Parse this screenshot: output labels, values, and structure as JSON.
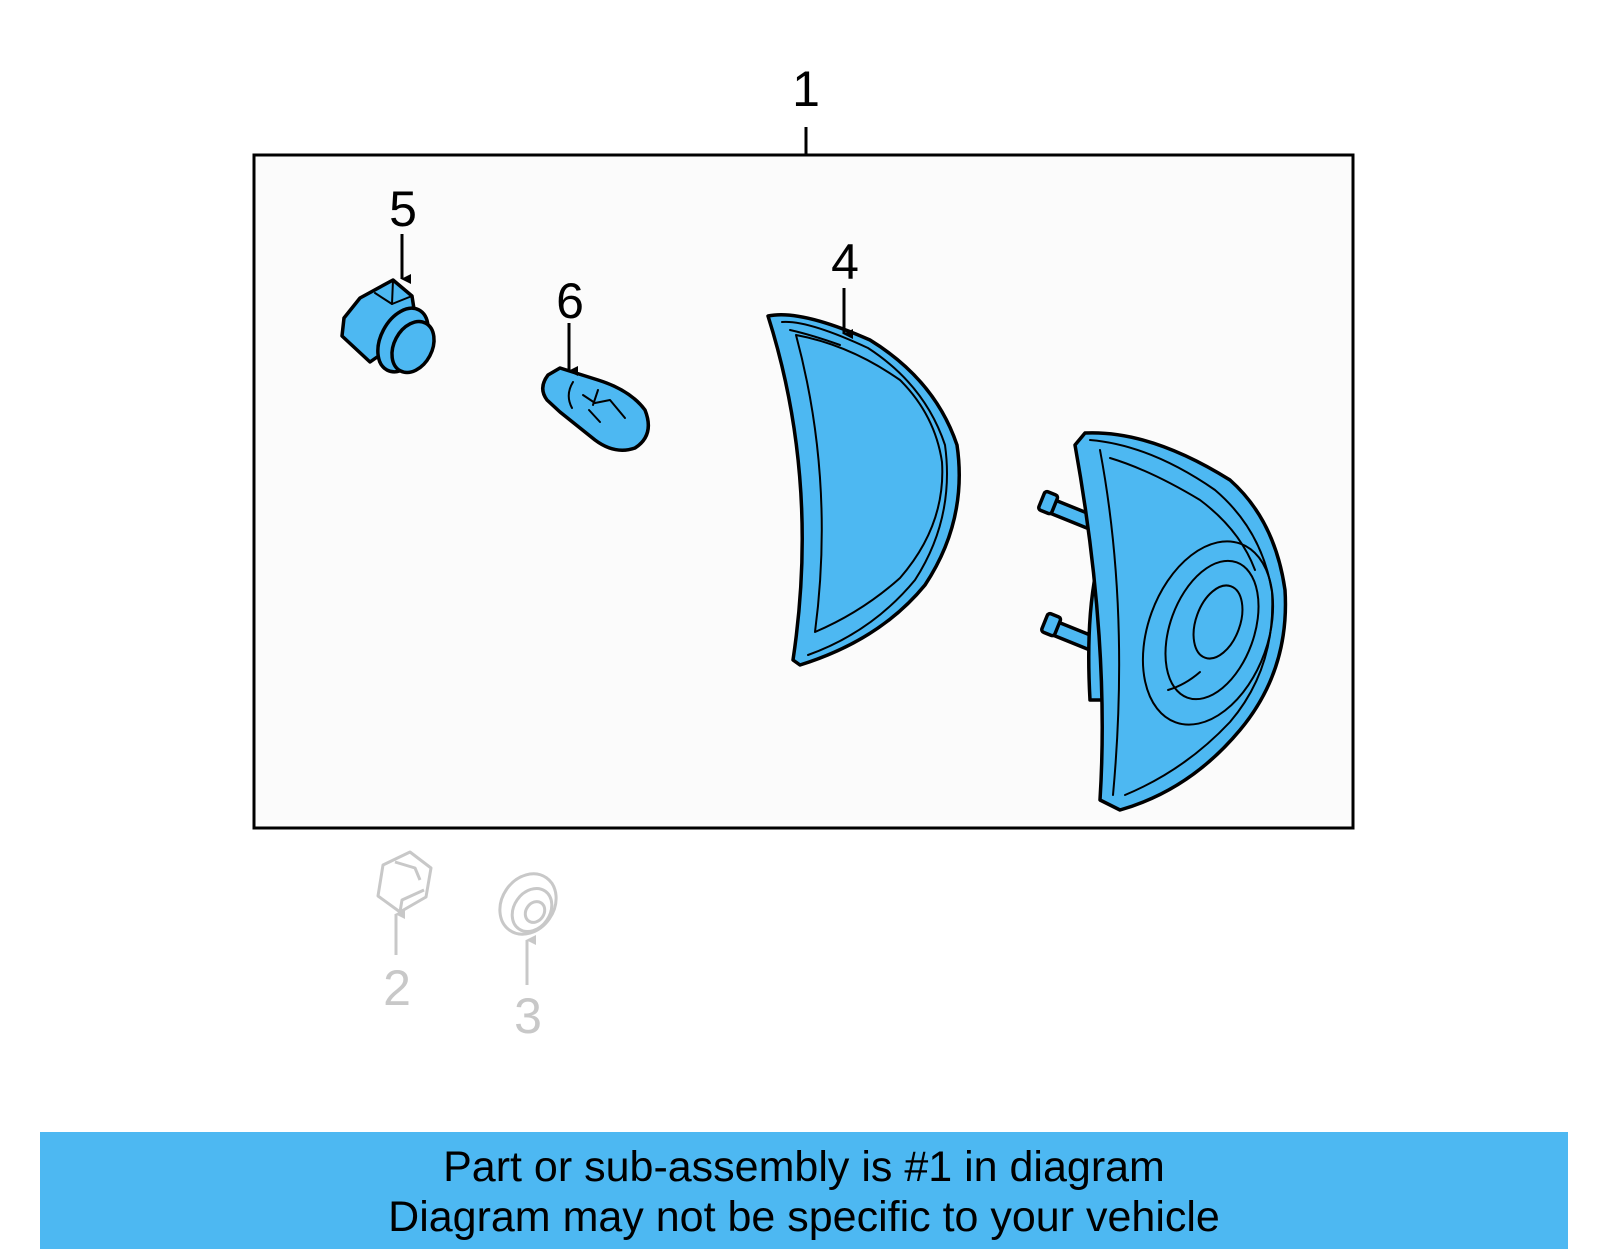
{
  "callouts": {
    "assembly": "1",
    "nut": "2",
    "grommet": "3",
    "lens": "4",
    "socket": "5",
    "bulb": "6"
  },
  "colors": {
    "part_fill": "#4db8f2",
    "muted": "#c8c8c8",
    "frame_fill": "#fbfbfb",
    "banner": "#4db8f2"
  },
  "banner": {
    "line1": "Part or sub-assembly is #1 in diagram",
    "line2": "Diagram may not be specific to your vehicle"
  }
}
